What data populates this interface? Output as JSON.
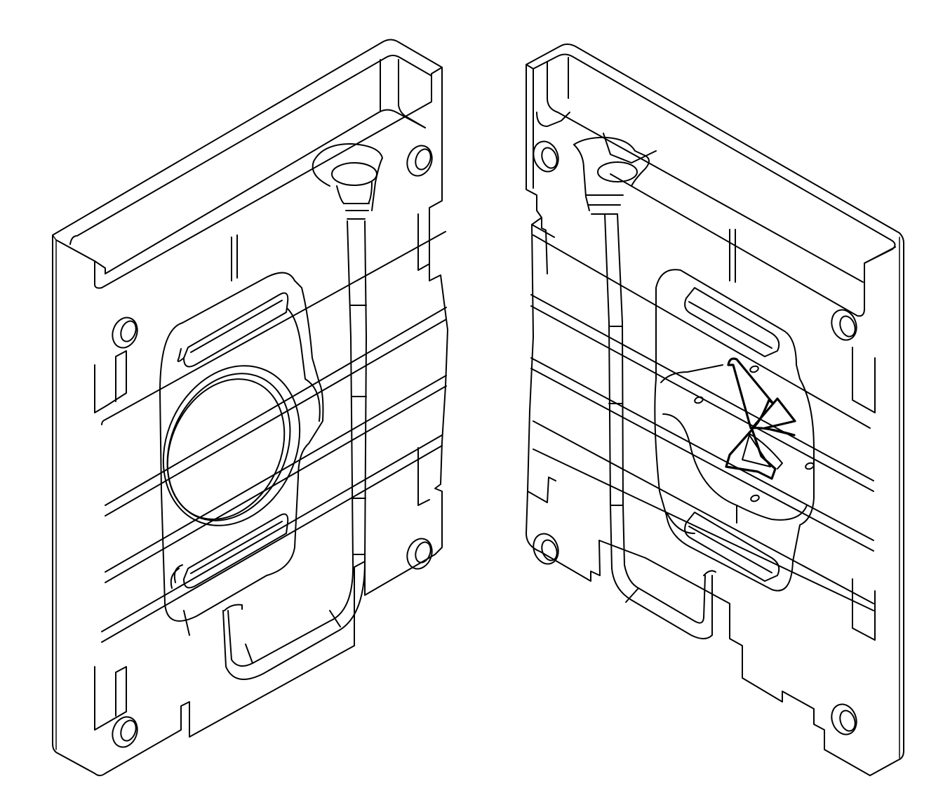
{
  "figure": {
    "title": "",
    "description": "Isometric line drawing of two injection mold halves side by side",
    "stroke_color": "#000000",
    "background_color": "#ffffff",
    "parts": [
      {
        "id": "left",
        "label": "Mold half A (cavity with oval recess)",
        "features": [
          "sprue",
          "runner channel",
          "oval cavity",
          "two elongated slot ribs",
          "four alignment holes",
          "rim wall on top and left"
        ]
      },
      {
        "id": "right",
        "label": "Mold half B (core with logo insert)",
        "features": [
          "sprue",
          "runner channel",
          "flat insert with raised logo",
          "four ejector pins",
          "two elongated slot ribs",
          "four alignment holes",
          "rim wall on top and right"
        ]
      }
    ]
  }
}
